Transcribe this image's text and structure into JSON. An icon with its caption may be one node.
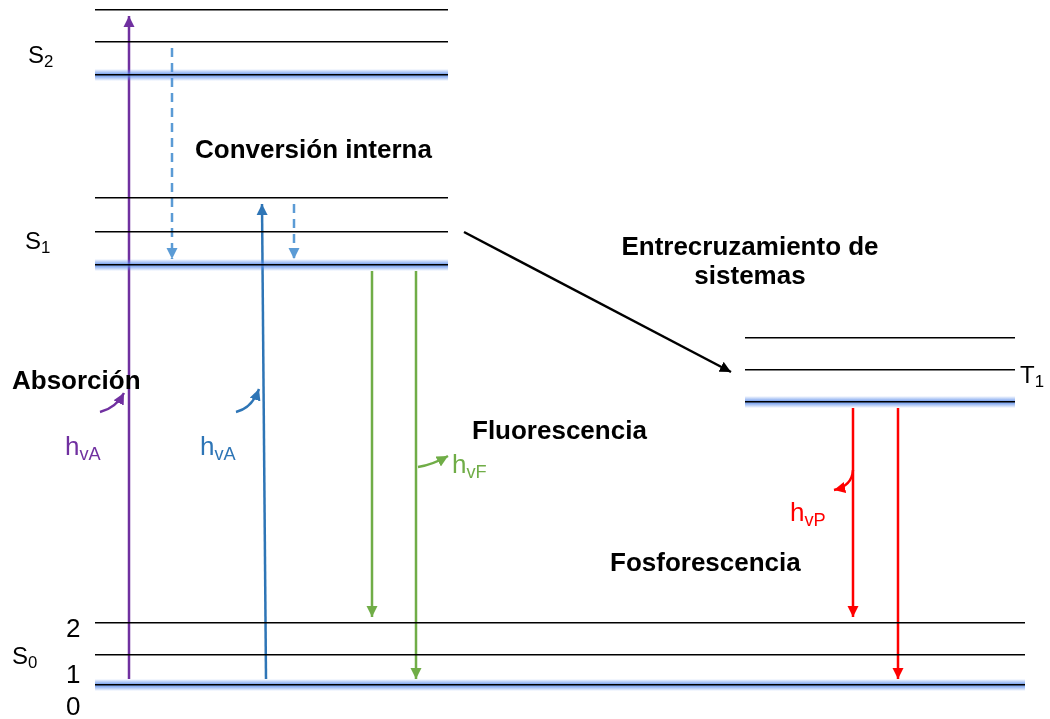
{
  "diagram": {
    "nodes": [
      {
        "text": [],
        "shape": "bar"
      },
      {
        "text": [],
        "shape": "bar"
      },
      {
        "text": [],
        "shape": "bar"
      },
      {
        "text": [],
        "shape": "bar"
      },
      {
        "text": [],
        "shape": "bar"
      },
      {
        "text": [],
        "shape": "bar"
      },
      {
        "text": [],
        "shape": "bar"
      },
      {
        "text": [],
        "shape": "bar"
      },
      {
        "text": [],
        "shape": "bar"
      },
      {
        "text": [],
        "shape": "bar"
      },
      {
        "text": [],
        "shape": "bar"
      },
      {
        "text": [],
        "shape": "bar"
      }
    ],
    "edges": [
      {
        "from": 11,
        "to": 0,
        "arrow": "to",
        "color": "#7030a0"
      },
      {
        "from": 11,
        "to": 3,
        "arrow": "to",
        "color": "#2e75b6"
      },
      {
        "from": 1,
        "to": 5,
        "arrow": "to",
        "style": "dashed",
        "color": "#5b9bd5"
      },
      {
        "from": 3,
        "to": 5,
        "arrow": "to",
        "style": "dashed",
        "color": "#5b9bd5"
      },
      {
        "from": 5,
        "to": 9,
        "arrow": "to",
        "color": "#70ad47"
      },
      {
        "from": 5,
        "to": 11,
        "arrow": "to",
        "color": "#70ad47"
      },
      {
        "from": 4,
        "to": 7,
        "arrow": "to",
        "label": "Entrecruzamiento de sistemas",
        "color": "#000000"
      },
      {
        "from": 8,
        "to": 9,
        "arrow": "to",
        "color": "#ff0000"
      },
      {
        "from": 8,
        "to": 11,
        "arrow": "to",
        "color": "#ff0000"
      }
    ],
    "labels": [
      "S$_{2}$",
      "Conversión interna",
      "S$_{1}$",
      "T$_{1}$",
      "Absorción",
      "h$_{vA}$",
      "h$_{vA}$",
      "Fluorescencia",
      "h$_{vF}$",
      "h$_{vP}$",
      "Fosforescencia",
      "2",
      "S$_{0}$",
      "1",
      "0"
    ]
  }
}
